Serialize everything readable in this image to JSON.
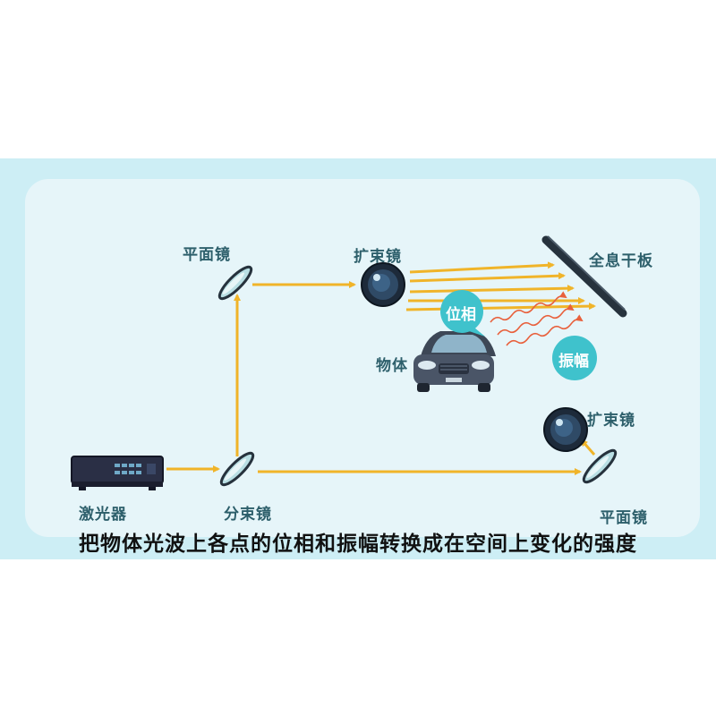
{
  "labels": {
    "mirror_top": "平面镜",
    "expander_top": "扩束镜",
    "hologram_plate": "全息干板",
    "object": "物体",
    "laser": "激光器",
    "beam_splitter": "分束镜",
    "expander_bottom": "扩束镜",
    "mirror_bottom": "平面镜"
  },
  "bubbles": {
    "phase": "位相",
    "amplitude": "振幅"
  },
  "caption": "把物体光波上各点的位相和振幅转换成在空间上变化的强度",
  "colors": {
    "beam": "#f0b429",
    "wave": "#e8603c",
    "bubble": "#3fc2cc",
    "label": "#2d5f6b",
    "panel": "#cdeef5"
  }
}
